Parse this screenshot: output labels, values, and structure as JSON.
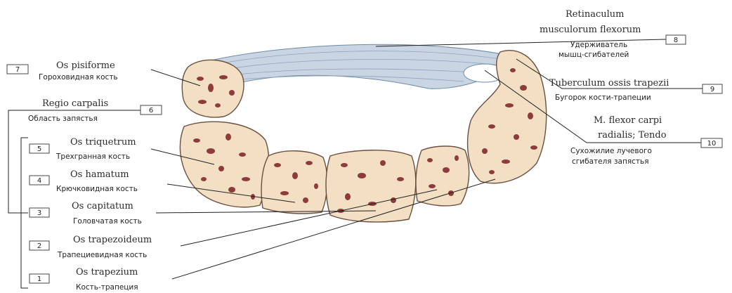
{
  "labels": [
    {
      "num": "1",
      "latin": "Os trapezium",
      "russian": "Кость-трапеция"
    },
    {
      "num": "2",
      "latin": "Os trapezoideum",
      "russian": "Трапециевидная кость"
    },
    {
      "num": "3",
      "latin": "Os capitatum",
      "russian": "Головчатая кость"
    },
    {
      "num": "4",
      "latin": "Os hamatum",
      "russian": "Крючковидная кость"
    },
    {
      "num": "5",
      "latin": "Os triquetrum",
      "russian": "Трехгранная кость"
    },
    {
      "num": "6",
      "latin": "Regio carpalis",
      "russian": "Область запястья"
    },
    {
      "num": "7",
      "latin": "Os pisiforme",
      "russian": "Гороховидная кость"
    },
    {
      "num": "8",
      "latin1": "Retinaculum",
      "latin2": "musculorum flexorum",
      "russian1": "Удерживатель",
      "russian2": "мышц-сгибателей"
    },
    {
      "num": "9",
      "latin": "Tuberculum ossis trapezii",
      "russian": "Бугорок кости-трапеции"
    },
    {
      "num": "10",
      "latin1": "M. flexor carpi",
      "latin2": "radialis; Tendo",
      "russian1": "Сухожилие лучевого",
      "russian2": "сгибателя запястья"
    }
  ],
  "colors": {
    "bone": "#f2dfc4",
    "pores": "#8e3b3b",
    "ligament": "#c9d5e3"
  }
}
